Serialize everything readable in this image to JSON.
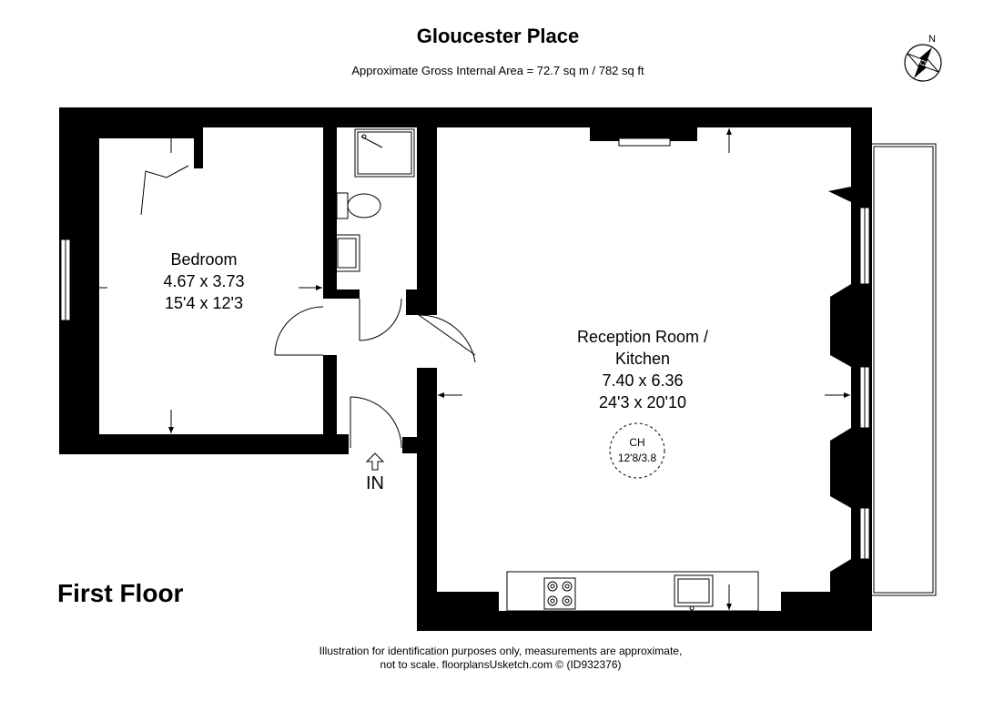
{
  "header": {
    "title": "Gloucester Place",
    "subtitle": "Approximate Gross Internal Area = 72.7 sq m / 782 sq ft"
  },
  "compass": {
    "north_label": "N"
  },
  "floor": {
    "label": "First Floor"
  },
  "rooms": {
    "bedroom": {
      "name": "Bedroom",
      "metric": "4.67 x 3.73",
      "imperial": "15'4 x 12'3"
    },
    "reception": {
      "name_line1": "Reception Room /",
      "name_line2": "Kitchen",
      "metric": "7.40 x 6.36",
      "imperial": "24'3 x 20'10"
    }
  },
  "entrance": {
    "label": "IN"
  },
  "ceiling_height": {
    "code": "CH",
    "value": "12'8/3.8"
  },
  "footer": {
    "line1": "Illustration for identification purposes only, measurements are approximate,",
    "line2": "not to scale. floorplansUsketch.com © (ID932376)"
  },
  "colors": {
    "wall": "#000000",
    "background": "#ffffff",
    "line": "#000000"
  }
}
